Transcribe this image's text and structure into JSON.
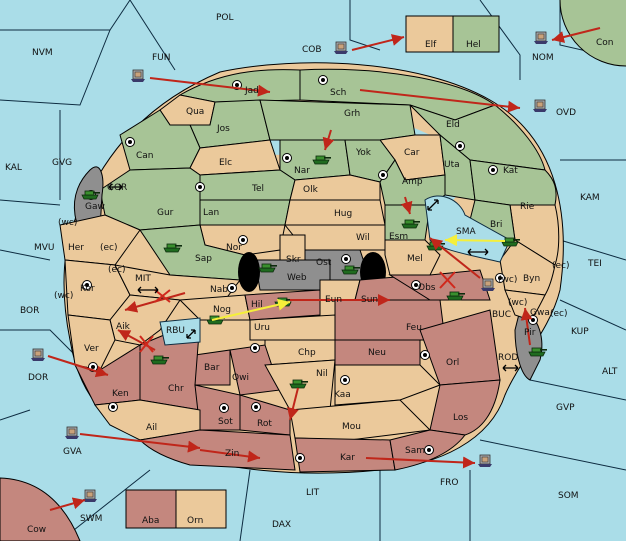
{
  "colors": {
    "sea": "#aadde8",
    "power_green": "#a7c496",
    "power_tan": "#ebc99b",
    "power_red": "#c4877e",
    "neutral_grey": "#8f8f8f",
    "order_arrow": "#c0261a",
    "support_arrow": "#f5ef3a"
  },
  "icons": {
    "army": "tank-icon",
    "fleet": "ship-icon",
    "supply_center": "supply-center-icon"
  },
  "sea_labels": {
    "POL": "POL",
    "NVM": "NVM",
    "FUN": "FUN",
    "COB": "COB",
    "NOM": "NOM",
    "MIT": "MIT",
    "OVD": "OVD",
    "KAL": "KAL",
    "GVG": "GVG",
    "GOR": "GOR",
    "KAM": "KAM",
    "SMA": "SMA",
    "MVU": "MVU",
    "TEI": "TEI",
    "BOR": "BOR",
    "RBU": "RBU",
    "BUC": "BUC",
    "KUP": "KUP",
    "ROD": "ROD",
    "ALT": "ALT",
    "DOR": "DOR",
    "GVP": "GVP",
    "GVA": "GVA",
    "FRO": "FRO",
    "SOM": "SOM",
    "LIT": "LIT",
    "SWM": "SWM",
    "DAX": "DAX"
  },
  "land_labels": {
    "Elf": "Elf",
    "Hel": "Hel",
    "Con": "Con",
    "Jad": "Jad",
    "Sch": "Sch",
    "Qua": "Qua",
    "Jos": "Jos",
    "Grh": "Grh",
    "Eld": "Eld",
    "Can": "Can",
    "Car": "Car",
    "Elc": "Elc",
    "Nar": "Nar",
    "Yok": "Yok",
    "Uta": "Uta",
    "Kat": "Kat",
    "Tel": "Tel",
    "Olk": "Olk",
    "Amp": "Amp",
    "Gaw": "Gaw",
    "Gur": "Gur",
    "Lan": "Lan",
    "Hug": "Hug",
    "Rie": "Rie",
    "Esm": "Esm",
    "Bri": "Bri",
    "Wil": "Wil",
    "Her": "Her",
    "Nor": "Nor",
    "Sap": "Sap",
    "Skr": "Skr",
    "Ost": "Ost",
    "Web": "Web",
    "Mel": "Mel",
    "Byn": "Byn",
    "Kor": "Kor",
    "Nab": "Nab",
    "Eun": "Eun",
    "Sun": "Sun",
    "Obs": "Obs",
    "Nog": "Nog",
    "Hil": "Hil",
    "Gwa": "Gwa",
    "Aik": "Aik",
    "Uru": "Uru",
    "Feu": "Feu",
    "Pir": "Pir",
    "Ver": "Ver",
    "Chp": "Chp",
    "Neu": "Neu",
    "Bar": "Bar",
    "Orl": "Orl",
    "Qwi": "Qwi",
    "Chr": "Chr",
    "Nil": "Nil",
    "Ken": "Ken",
    "Kaa": "Kaa",
    "Sot": "Sot",
    "Rot": "Rot",
    "Los": "Los",
    "Ail": "Ail",
    "Mou": "Mou",
    "Zin": "Zin",
    "Kar": "Kar",
    "Sam": "Sam",
    "Aba": "Aba",
    "Orn": "Orn",
    "Cow": "Cow"
  },
  "coast_labels": {
    "wc": "(wc)",
    "ec": "(ec)"
  }
}
